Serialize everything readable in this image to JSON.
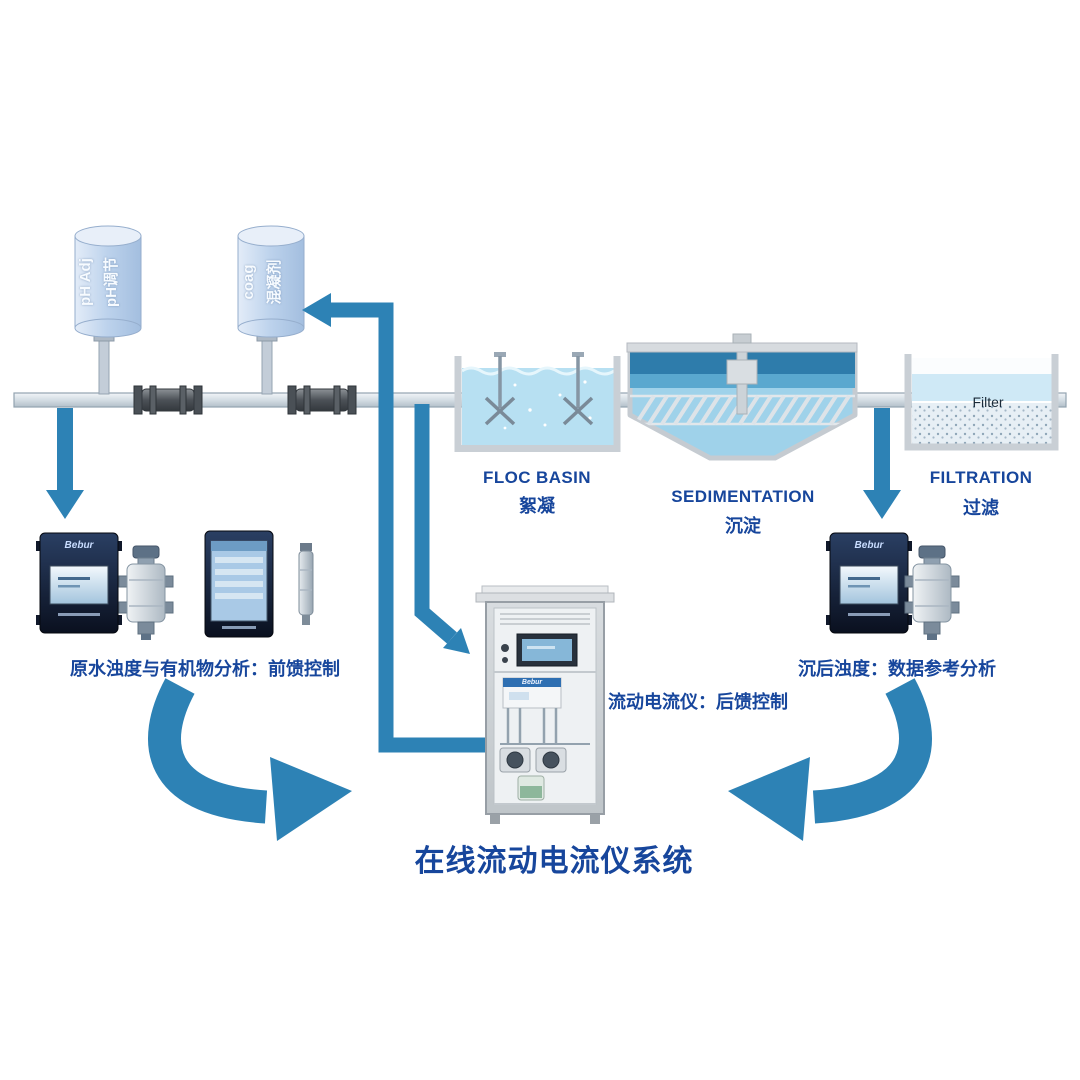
{
  "colors": {
    "arrow": "#2d82b5",
    "label": "#17469c",
    "water": "#9fd2ea"
  },
  "tanks": {
    "ph": {
      "line1": "pH Adj",
      "line2": "pH调节"
    },
    "coag": {
      "line1": "coag",
      "line2": "混凝剂"
    }
  },
  "stages": {
    "floc": {
      "en": "FLOC BASIN",
      "zh": "絮凝"
    },
    "sed": {
      "en": "SEDIMENTATION",
      "zh": "沉淀"
    },
    "filt": {
      "en": "FILTRATION",
      "zh": "过滤",
      "inner": "Filter"
    }
  },
  "captions": {
    "left": "原水浊度与有机物分析：前馈控制",
    "right": "沉后浊度：数据参考分析",
    "cabinet": "流动电流仪：后馈控制"
  },
  "title": "在线流动电流仪系统",
  "brand": "Bebur"
}
